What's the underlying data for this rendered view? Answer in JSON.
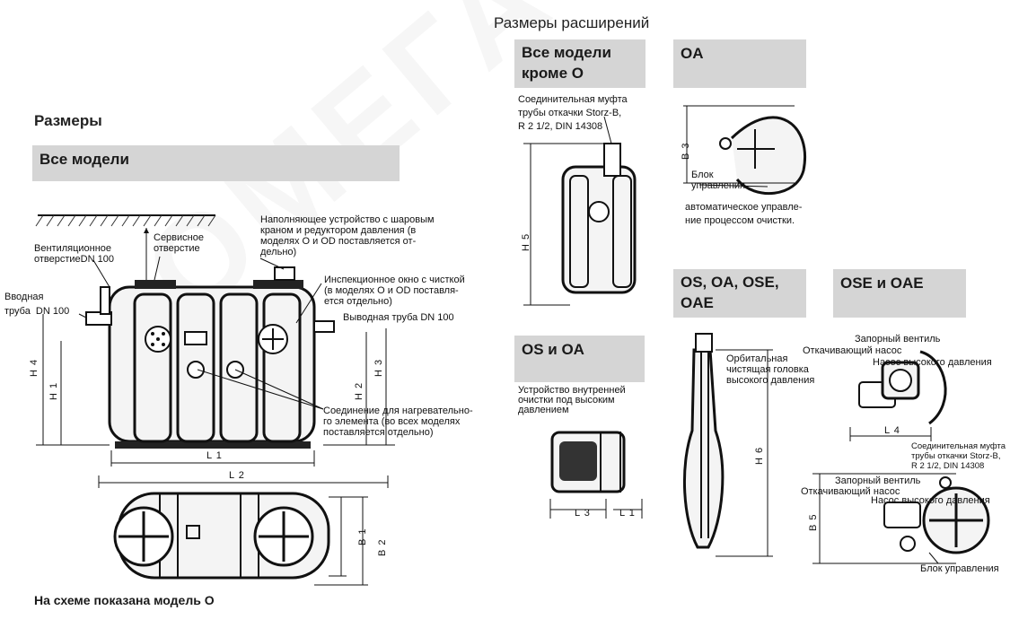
{
  "left": {
    "title": "Размеры",
    "band": "Все модели",
    "footer": "На схеме показана модель O",
    "labels": {
      "vent": "Вентиляционное\nотверстиеDN 100",
      "service": "Сервисное\nотверстие",
      "filler": "Наполняющее устройство с шаровым\nкраном и редуктором давления (в\nмоделях O и OD поставляется от-\nдельно)",
      "inspection": "Инспекционное окно с чисткой\n(в моделях O и OD поставля-\nется отдельно)",
      "inlet": "Вводная\nтруба  DN 100",
      "outlet": "Выводная труба DN 100",
      "heater": "Соединение для нагревательно-\nго элемента (во всех моделях\nпоставляется отдельно)"
    },
    "dims": {
      "h4": "H 4",
      "h1": "H 1",
      "h2": "H 2",
      "h3": "H 3",
      "l1": "L 1",
      "l2": "L 2",
      "b1": "B 1",
      "b2": "B 2"
    }
  },
  "right": {
    "title": "Размеры расширений",
    "band_allo": "Все модели\nкроме O",
    "band_oa": "OA",
    "band_os_oa": "OS и OA",
    "band_os_oa_ose": "OS, OA, OSE,\nOAE",
    "band_ose_oae": "OSE и OAE",
    "labels": {
      "storz1": "Соединительная муфта\nтрубы откачки Storz-B,\nR 2 1/2, DIN 14308",
      "control_block": "Блок\nуправления",
      "control_desc": "автоматическое управле-\nние процессом очистки.",
      "inner_clean": "Устройство внутренней\nочистки под высоким\nдавлением",
      "orbital": "Орбитальная\nчистящая головка\nвысокого давления",
      "stop_valve1": "Запорный вентиль",
      "pump1": "Откачивающий насос",
      "hp_pump1": "Насос высокого давления",
      "storz2": "Соединительная муфта\nтрубы откачки Storz-B,\nR 2 1/2, DIN 14308",
      "stop_valve2": "Запорный вентиль",
      "pump2": "Откачивающий насос",
      "hp_pump2": "Насос высокого давления",
      "control_block2": "Блок управления"
    },
    "dims": {
      "b3": "B 3",
      "h5": "H 5",
      "l3": "L 3",
      "l1": "L 1",
      "h6": "H 6",
      "l4": "L 4",
      "b5": "B 5"
    }
  }
}
